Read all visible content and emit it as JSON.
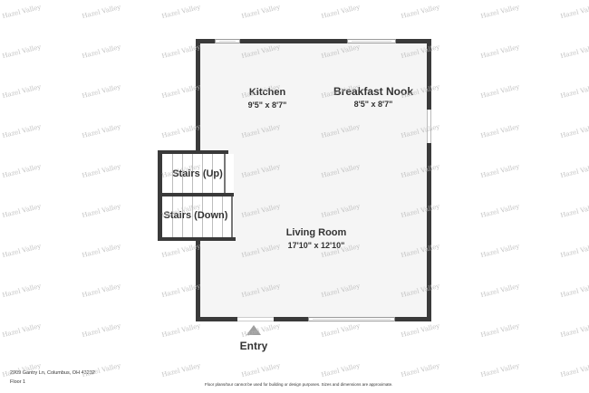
{
  "plan": {
    "rooms": [
      {
        "name": "Kitchen",
        "dimensions": "9'5\" x 8'7\""
      },
      {
        "name": "Breakfast Nook",
        "dimensions": "8'5\" x 8'7\""
      },
      {
        "name": "Living Room",
        "dimensions": "17'10\" x 12'10\""
      },
      {
        "name": "Stairs (Up)"
      },
      {
        "name": "Stairs (Down)"
      }
    ],
    "entry_label": "Entry"
  },
  "footer": {
    "address": "2909 Gantry Ln, Columbus, OH 43232",
    "floor": "Floor 1",
    "disclaimer": "Floor plans/tour cannot be used for building or design purposes. Sizes and dimensions are approximate."
  },
  "watermark": {
    "text": "Hazel Valley"
  },
  "colors": {
    "wall": "#3a3a3a",
    "floor": "#f5f5f5",
    "text": "#333333",
    "watermark": "#b9b9b9"
  }
}
